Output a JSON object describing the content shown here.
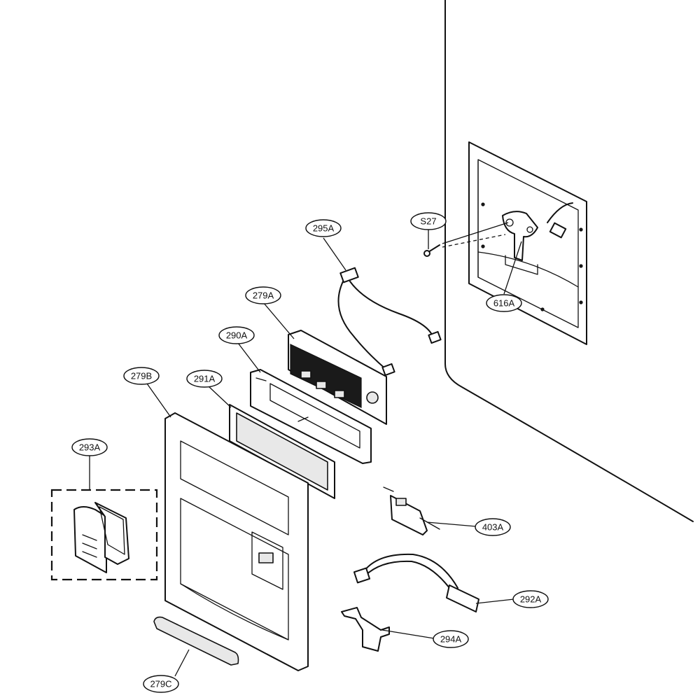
{
  "callouts": {
    "p295A": "295A",
    "p279A": "279A",
    "p290A": "290A",
    "p279B": "279B",
    "p291A": "291A",
    "p293A": "293A",
    "p279C": "279C",
    "pS27": "S27",
    "p616A": "616A",
    "p403A": "403A",
    "p292A": "292A",
    "p294A": "294A"
  }
}
